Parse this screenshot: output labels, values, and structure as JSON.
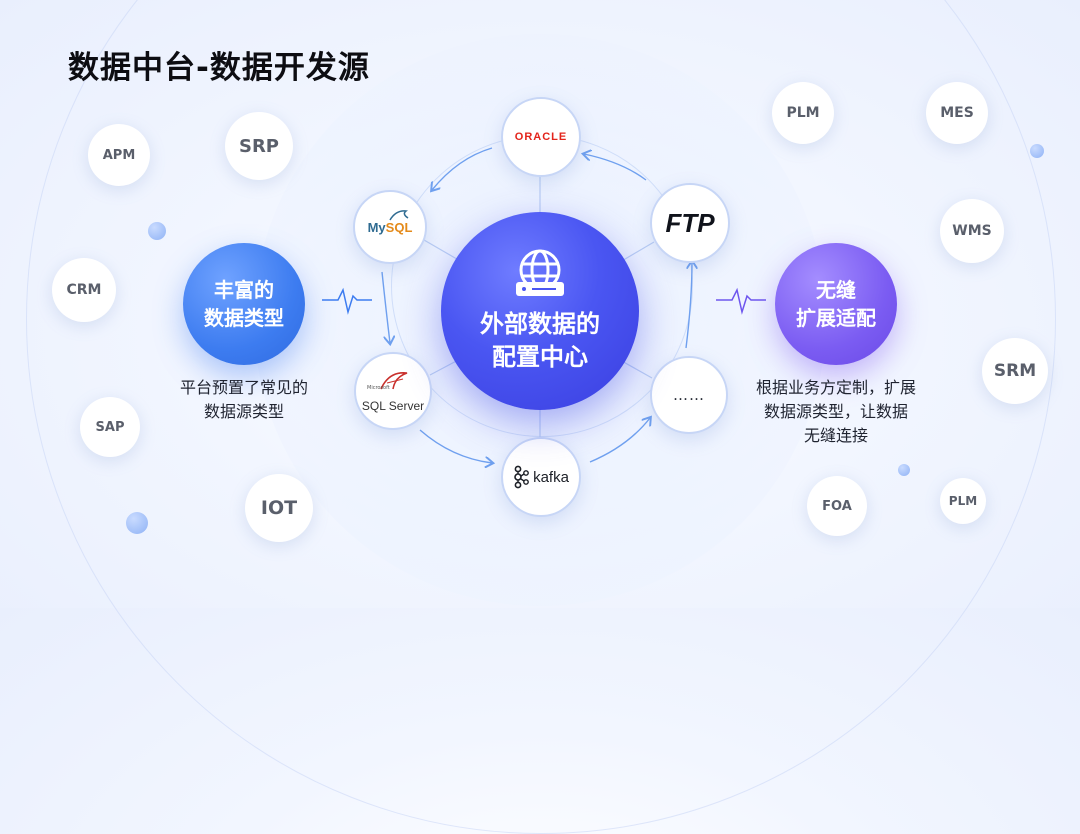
{
  "title": "数据中台-数据开发源",
  "center": {
    "line1": "外部数据的",
    "line2": "配置中心"
  },
  "features": {
    "left": {
      "line1": "丰富的",
      "line2": "数据类型",
      "desc_line1": "平台预置了常见的",
      "desc_line2": "数据源类型"
    },
    "right": {
      "line1": "无缝",
      "line2": "扩展适配",
      "desc_line1": "根据业务方定制，扩展",
      "desc_line2": "数据源类型，让数据",
      "desc_line3": "无缝连接"
    }
  },
  "nodes": {
    "oracle": "ORACLE",
    "mysql_my": "My",
    "mysql_sql": "SQL",
    "ftp": "FTP",
    "sqlserver_small": "Microsoft",
    "sqlserver": "SQL Server",
    "kafka": "kafka",
    "more": "……"
  },
  "bubbles": {
    "apm": "APM",
    "srp": "SRP",
    "crm": "CRM",
    "sap": "SAP",
    "iot": "IOT",
    "plm_top": "PLM",
    "mes": "MES",
    "wms": "WMS",
    "srm": "SRM",
    "foa": "FOA",
    "plm_bottom": "PLM"
  },
  "colors": {
    "center": "#4a56f2",
    "feature_left": "#3d7cf0",
    "feature_right": "#7b5cf2",
    "arrow": "#6fa0ef",
    "oracle": "#e3241b"
  }
}
